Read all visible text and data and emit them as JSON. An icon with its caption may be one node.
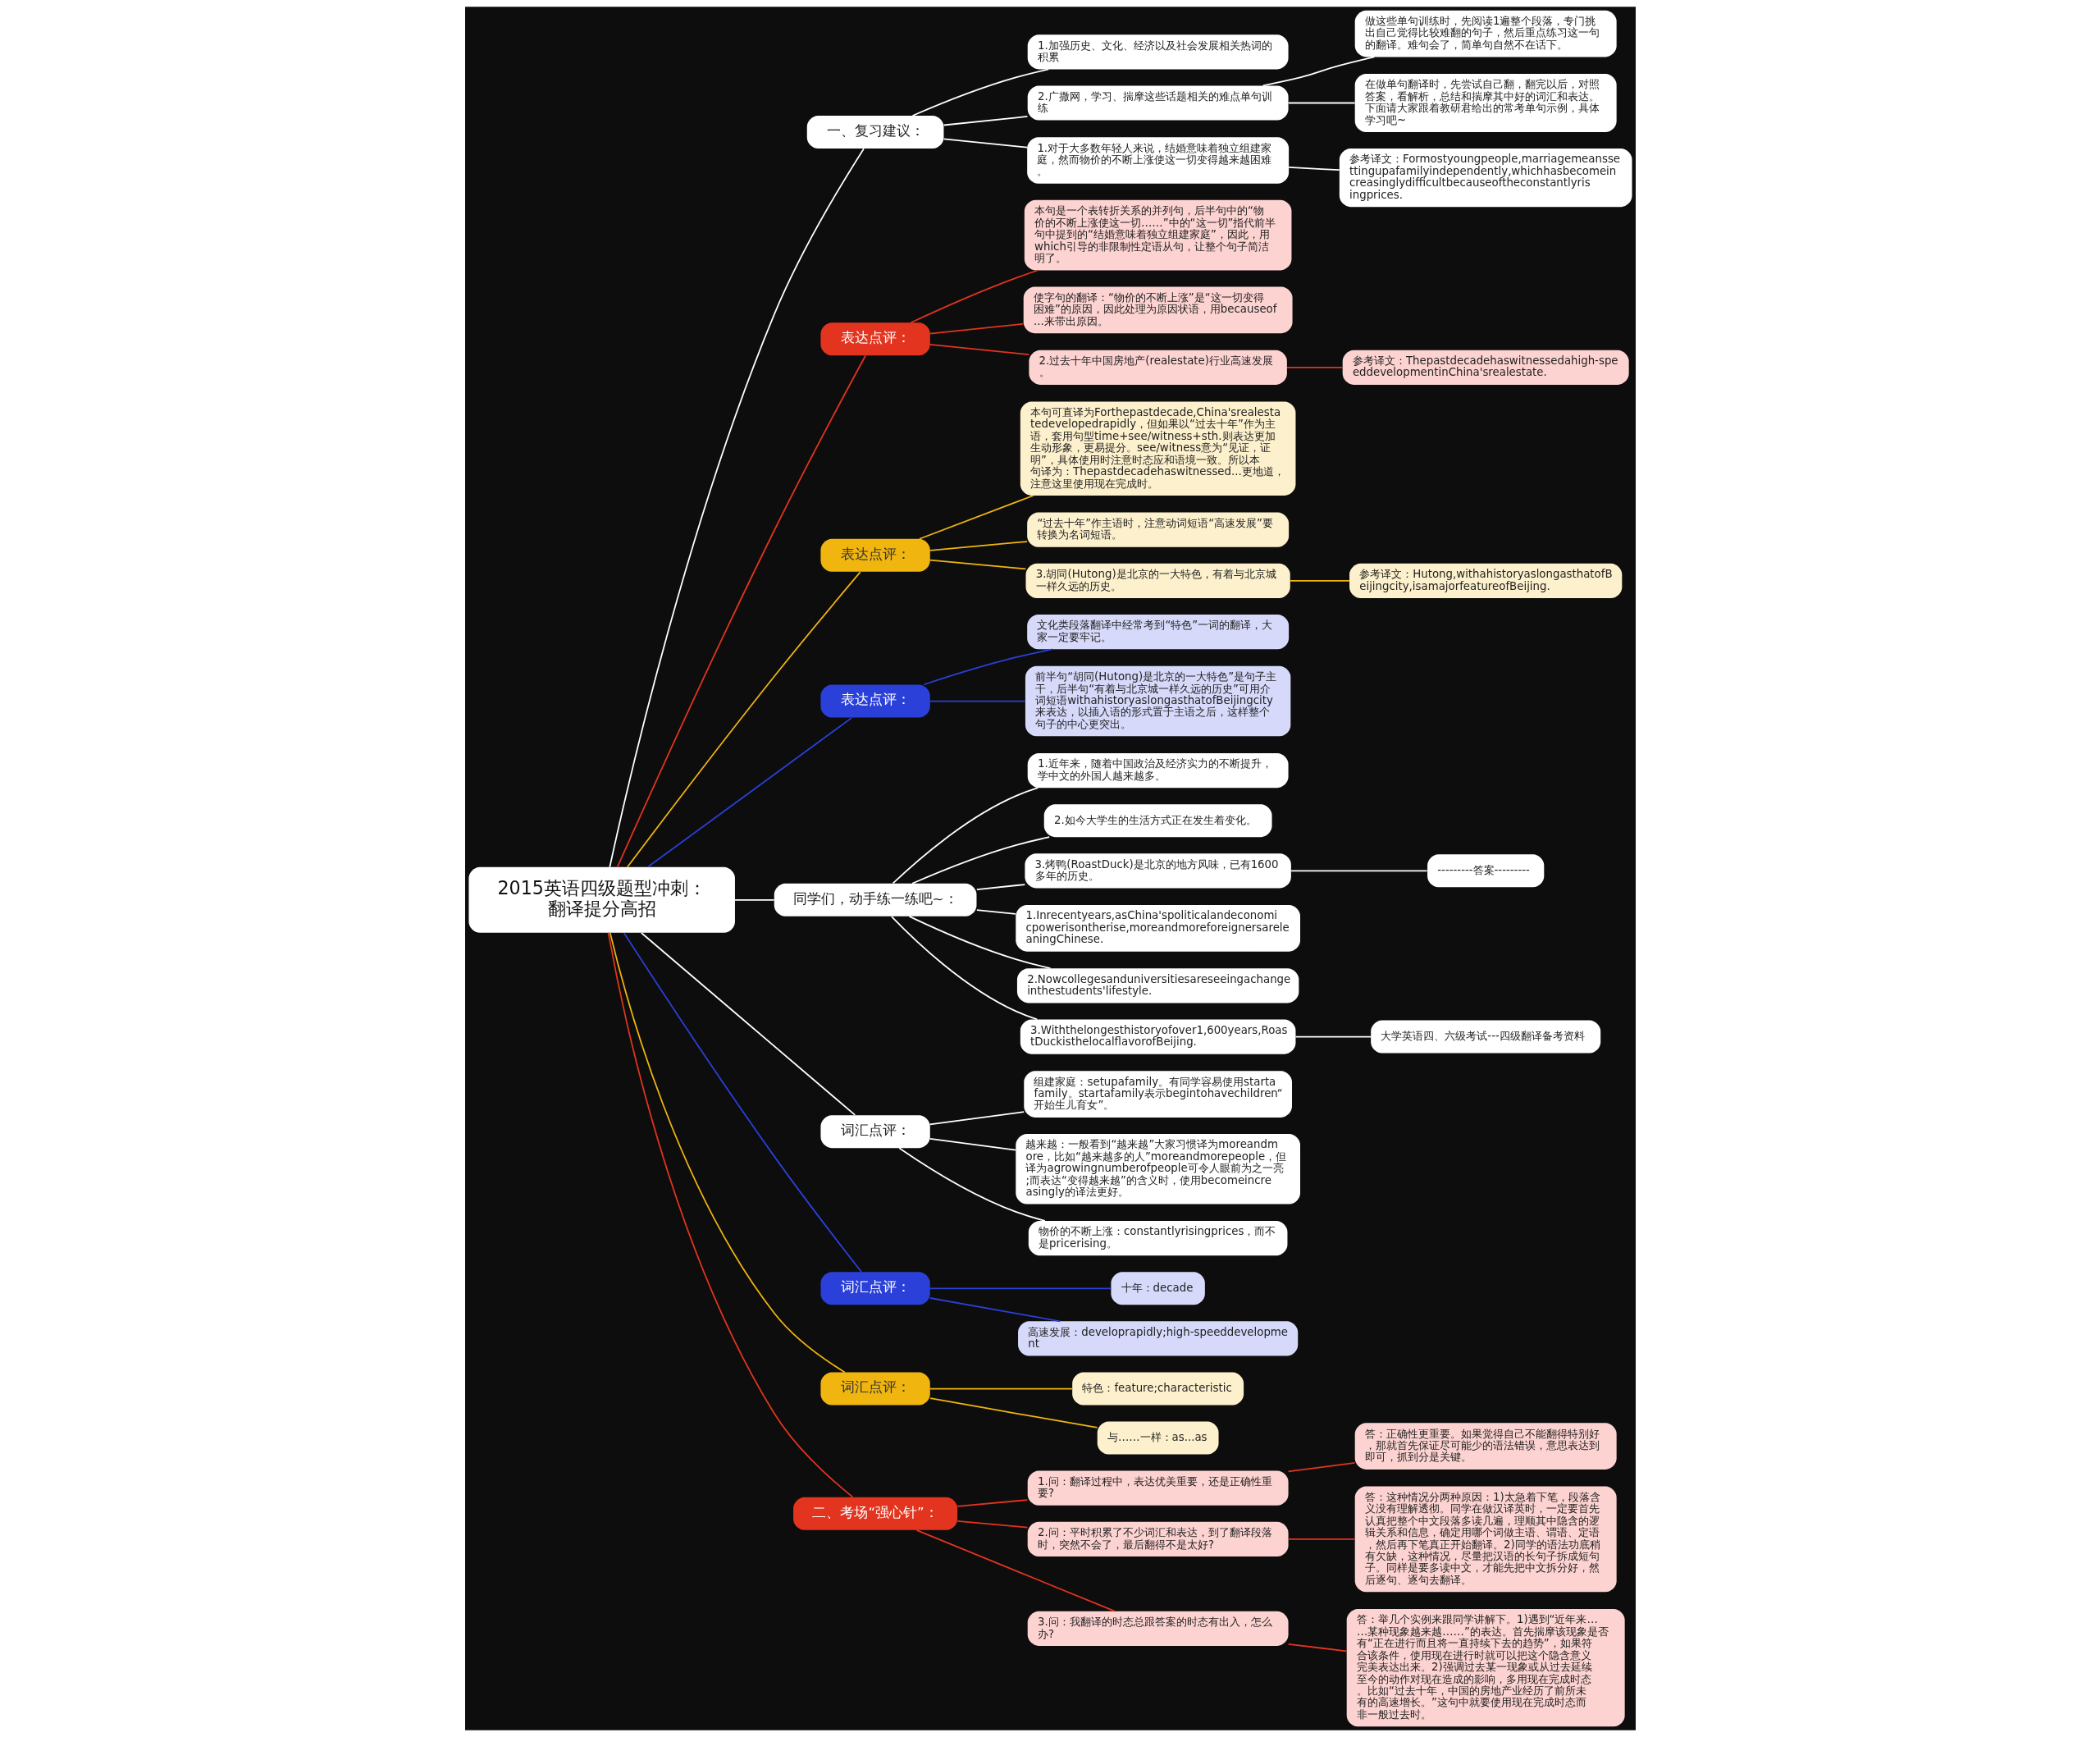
{
  "diagram": {
    "nodes": [
      {
        "text": [
          "2015英语四级题型冲刺：翻译提分高招"
        ]
      },
      {
        "text": [
          "一、复习建议："
        ]
      },
      {
        "text": [
          "1.加强历史、文化、经济以及社会发展相关热词的积累"
        ]
      },
      {
        "text": [
          "2.广撒网，学习、揣摩这些话题相关的难点单句训练"
        ]
      },
      {
        "text": [
          "做这些单句训练时，先阅读1遍整个段落，专门挑出自己觉得比较难翻的句子，然后重点练习这一句的翻译。难句会了，简单句自然不在话下。"
        ]
      },
      {
        "text": [
          "在做单句翻译时，先尝试自己翻，翻完以后，对照答案，看解析，总结和揣摩其中好的词汇和表达。下面请大家跟着教研君给出的常考单句示例，具体学习吧~"
        ]
      },
      {
        "text": [
          "1.对于大多数年轻人来说，结婚意味着独立组建家庭，然而物价的不断上涨使这一切变得越来越困难。"
        ]
      },
      {
        "text": [
          "参考译文：Formostyoungpeople,marriagemeanssettingupafamilyindependently,whichhasbecomeincreasinglydifficultbecauseoftheconstantlyrisingprices."
        ]
      },
      {
        "text": [
          "表达点评："
        ]
      },
      {
        "text": [
          "本句是一个表转折关系的并列句，后半句中的“物价的不断上涨使这一切……”中的“这一切”指代前半句中提到的“结婚意味着独立组建家庭”，因此，用which引导的非限制性定语从句，让整个句子简洁明了。"
        ]
      },
      {
        "text": [
          "使字句的翻译：“物价的不断上涨”是“这一切变得困难”的原因，因此处理为原因状语，用becauseof...来带出原因。"
        ]
      },
      {
        "text": [
          "2.过去十年中国房地产(realestate)行业高速发展。"
        ]
      },
      {
        "text": [
          "参考译文：Thepastdecadehaswitnessedahigh-speeddevelopmentinChina'srealestate."
        ]
      },
      {
        "text": [
          "表达点评："
        ]
      },
      {
        "text": [
          "本句可直译为Forthepastdecade,China'srealestatedevelopedrapidly，但如果以“过去十年”作为主语，套用句型time+see/witness+sth.则表达更加生动形象，更易提分。see/witness意为“见证，证明”，具体使用时注意时态应和语境一致。所以本句译为：Thepastdecadehaswitnessed...更地道，注意这里使用现在完成时。"
        ]
      },
      {
        "text": [
          "“过去十年”作主语时，注意动词短语“高速发展”要转换为名词短语。"
        ]
      },
      {
        "text": [
          "3.胡同(Hutong)是北京的一大特色，有着与北京城一样久远的历史。"
        ]
      },
      {
        "text": [
          "参考译文：Hutong,withahistoryaslongasthatofBeijingcity,isamajorfeatureofBeijing."
        ]
      },
      {
        "text": [
          "表达点评："
        ]
      },
      {
        "text": [
          "文化类段落翻译中经常考到“特色”一词的翻译，大家一定要牢记。"
        ]
      },
      {
        "text": [
          "前半句“胡同(Hutong)是北京的一大特色”是句子主干，后半句“有着与北京城一样久远的历史”可用介词短语withahistoryaslongasthatofBeijingcity来表达，以插入语的形式置于主语之后，这样整个句子的中心更突出。"
        ]
      },
      {
        "text": [
          "同学们，动手练一练吧~："
        ]
      },
      {
        "text": [
          "1.近年来，随着中国政治及经济实力的不断提升，学中文的外国人越来越多。"
        ]
      },
      {
        "text": [
          "2.如今大学生的生活方式正在发生着变化。"
        ]
      },
      {
        "text": [
          "3.烤鸭(RoastDuck)是北京的地方风味，已有1600多年的历史。"
        ]
      },
      {
        "text": [
          "---------答案---------"
        ]
      },
      {
        "text": [
          "1.Inrecentyears,asChina'spoliticalandeconomicpowerisontherise,moreandmoreforeignersareleaningChinese."
        ]
      },
      {
        "text": [
          "2.Nowcollegesanduniversitiesareseeingachangeinthestudents'lifestyle."
        ]
      },
      {
        "text": [
          "3.Withthelongesthistoryofover1,600years,RoastDuckisthelocalflavorofBeijing."
        ]
      },
      {
        "text": [
          "大学英语四、六级考试---四级翻译备考资料"
        ]
      },
      {
        "text": [
          "词汇点评："
        ]
      },
      {
        "text": [
          "组建家庭：setupafamily。有同学容易使用startafamily。startafamily表示begintohavechildren“开始生儿育女”。"
        ]
      },
      {
        "text": [
          "越来越：一般看到“越来越”大家习惯译为moreandmore，比如“越来越多的人”moreandmorepeople，但译为agrowingnumberofpeople可令人眼前为之一亮;而表达“变得越来越”的含义时，使用becomeincreasingly的译法更好。"
        ]
      },
      {
        "text": [
          "物价的不断上涨：constantlyrisingprices，而不是pricerising。"
        ]
      },
      {
        "text": [
          "词汇点评："
        ]
      },
      {
        "text": [
          "十年：decade"
        ]
      },
      {
        "text": [
          "高速发展：developrapidly;high-speeddevelopment"
        ]
      },
      {
        "text": [
          "词汇点评："
        ]
      },
      {
        "text": [
          "特色：feature;characteristic"
        ]
      },
      {
        "text": [
          "与……一样：as...as"
        ]
      },
      {
        "text": [
          "二、考场“强心针”："
        ]
      },
      {
        "text": [
          "1.问：翻译过程中，表达优美重要，还是正确性重要?"
        ]
      },
      {
        "text": [
          "答：正确性更重要。如果觉得自己不能翻得特别好，那就首先保证尽可能少的语法错误，意思表达到即可，抓到分是关键。"
        ]
      },
      {
        "text": [
          "2.问：平时积累了不少词汇和表达，到了翻译段落时，突然不会了，最后翻得不是太好?"
        ]
      },
      {
        "text": [
          "答：这种情况分两种原因：1)太急着下笔，段落含义没有理解透彻。同学在做汉译英时，一定要首先认真把整个中文段落多读几遍，理顺其中隐含的逻辑关系和信息，确定用哪个词做主语、谓语、定语，然后再下笔真正开始翻译。2)同学的语法功底稍有欠缺，这种情况，尽量把汉语的长句子拆成短句子。同样是要多读中文，才能先把中文拆分好，然后逐句、逐句去翻译。"
        ]
      },
      {
        "text": [
          "3.问：我翻译的时态总跟答案的时态有出入，怎么办?"
        ]
      },
      {
        "text": [
          "答：举几个实例来跟同学讲解下。1)遇到“近年来……某种现象越来越……”的表达。首先揣摩该现象是否有“正在进行而且将一直持续下去的趋势”，如果符合该条件，使用现在进行时就可以把这个隐含意义完美表达出来。2)强调过去某一现象或从过去延续至今的动作对现在造成的影响，多用现在完成时态。比如“过去十年，中国的房地产业经历了前所未有的高速增长。”这句中就要使用现在完成时态而非一般过去时。"
        ]
      }
    ],
    "edges": [
      {
        "from": 0,
        "to": 1,
        "arrow": "none"
      },
      {
        "from": 1,
        "to": 2,
        "arrow": "none"
      },
      {
        "from": 1,
        "to": 3,
        "arrow": "none"
      },
      {
        "from": 3,
        "to": 4,
        "arrow": "none"
      },
      {
        "from": 3,
        "to": 5,
        "arrow": "none"
      },
      {
        "from": 1,
        "to": 6,
        "arrow": "none"
      },
      {
        "from": 6,
        "to": 7,
        "arrow": "none"
      },
      {
        "from": 0,
        "to": 8,
        "arrow": "none",
        "color": "#e2341f"
      },
      {
        "from": 8,
        "to": 9,
        "arrow": "none",
        "color": "#e2341f"
      },
      {
        "from": 8,
        "to": 10,
        "arrow": "none",
        "color": "#e2341f"
      },
      {
        "from": 8,
        "to": 11,
        "arrow": "none",
        "color": "#e2341f"
      },
      {
        "from": 11,
        "to": 12,
        "arrow": "none",
        "color": "#e2341f"
      },
      {
        "from": 0,
        "to": 13,
        "arrow": "none",
        "color": "#f0b50f"
      },
      {
        "from": 13,
        "to": 14,
        "arrow": "none",
        "color": "#f0b50f"
      },
      {
        "from": 13,
        "to": 15,
        "arrow": "none",
        "color": "#f0b50f"
      },
      {
        "from": 13,
        "to": 16,
        "arrow": "none",
        "color": "#f0b50f"
      },
      {
        "from": 16,
        "to": 17,
        "arrow": "none",
        "color": "#f0b50f"
      },
      {
        "from": 0,
        "to": 18,
        "arrow": "none",
        "color": "#2a40d8"
      },
      {
        "from": 18,
        "to": 19,
        "arrow": "none",
        "color": "#2a40d8"
      },
      {
        "from": 18,
        "to": 20,
        "arrow": "none",
        "color": "#2a40d8"
      },
      {
        "from": 0,
        "to": 21,
        "arrow": "none"
      },
      {
        "from": 21,
        "to": 22,
        "arrow": "none"
      },
      {
        "from": 21,
        "to": 23,
        "arrow": "none"
      },
      {
        "from": 21,
        "to": 24,
        "arrow": "none"
      },
      {
        "from": 24,
        "to": 25,
        "arrow": "none"
      },
      {
        "from": 21,
        "to": 26,
        "arrow": "none"
      },
      {
        "from": 21,
        "to": 27,
        "arrow": "none"
      },
      {
        "from": 21,
        "to": 28,
        "arrow": "none"
      },
      {
        "from": 28,
        "to": 29,
        "arrow": "none"
      },
      {
        "from": 0,
        "to": 30,
        "arrow": "none"
      },
      {
        "from": 30,
        "to": 31,
        "arrow": "none"
      },
      {
        "from": 30,
        "to": 32,
        "arrow": "none"
      },
      {
        "from": 30,
        "to": 33,
        "arrow": "none"
      },
      {
        "from": 0,
        "to": 34,
        "arrow": "none",
        "color": "#2a40d8"
      },
      {
        "from": 34,
        "to": 35,
        "arrow": "none",
        "color": "#2a40d8"
      },
      {
        "from": 34,
        "to": 36,
        "arrow": "none",
        "color": "#2a40d8"
      },
      {
        "from": 0,
        "to": 37,
        "arrow": "none",
        "color": "#f0b50f"
      },
      {
        "from": 37,
        "to": 38,
        "arrow": "none",
        "color": "#f0b50f"
      },
      {
        "from": 37,
        "to": 39,
        "arrow": "none",
        "color": "#f0b50f"
      },
      {
        "from": 0,
        "to": 40,
        "arrow": "none",
        "color": "#e2341f"
      },
      {
        "from": 40,
        "to": 41,
        "arrow": "none",
        "color": "#e2341f"
      },
      {
        "from": 41,
        "to": 42,
        "arrow": "none",
        "color": "#e2341f"
      },
      {
        "from": 40,
        "to": 43,
        "arrow": "none",
        "color": "#e2341f"
      },
      {
        "from": 43,
        "to": 44,
        "arrow": "none",
        "color": "#e2341f"
      },
      {
        "from": 40,
        "to": 45,
        "arrow": "none",
        "color": "#e2341f"
      },
      {
        "from": 45,
        "to": 46,
        "arrow": "none",
        "color": "#e2341f"
      }
    ]
  }
}
